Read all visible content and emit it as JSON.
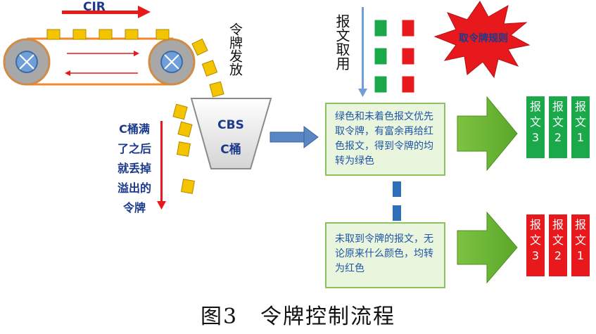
{
  "conveyor": {
    "label": "CIR"
  },
  "token_issue": {
    "label": "令牌发放"
  },
  "bucket": {
    "line1": "CBS",
    "line2": "C桶"
  },
  "overflow_note": {
    "text": "C桶满了之后就丢掉溢出的令牌"
  },
  "fetch": {
    "label": "报文取用"
  },
  "rule_badge": {
    "label": "取令牌规则"
  },
  "green_box": {
    "text": "绿色和未着色报文优先取令牌，有富余再给红色报文，得到令牌的均转为绿色"
  },
  "red_box": {
    "text": "未取到令牌的报文，无论原来什么颜色，均转为红色"
  },
  "green_messages": [
    {
      "char1": "报",
      "char2": "文",
      "num": "3"
    },
    {
      "char1": "报",
      "char2": "文",
      "num": "2"
    },
    {
      "char1": "报",
      "char2": "文",
      "num": "1"
    }
  ],
  "red_messages": [
    {
      "char1": "报",
      "char2": "文",
      "num": "3"
    },
    {
      "char1": "报",
      "char2": "文",
      "num": "2"
    },
    {
      "char1": "报",
      "char2": "文",
      "num": "1"
    }
  ],
  "caption": {
    "text": "图3　令牌控制流程"
  },
  "colors": {
    "green": "#1aa84b",
    "red": "#e8191c",
    "token": "#f5c400",
    "box_text": "#1f56a8"
  }
}
